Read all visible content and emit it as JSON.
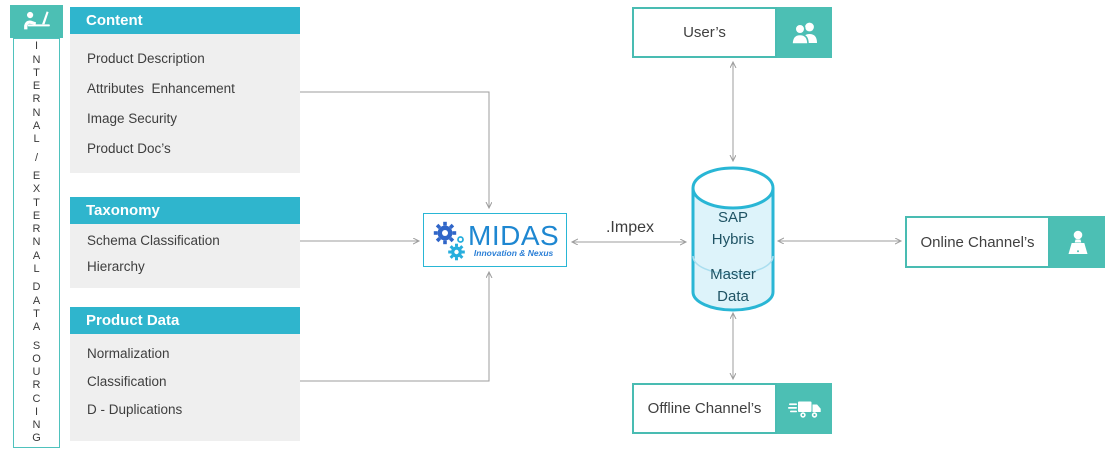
{
  "colors": {
    "header_cyan": "#2fb5cd",
    "teal_accent": "#4cbfb4",
    "node_border_teal": "#49bcb2",
    "cyan_border": "#29b6d5",
    "cylinder_fill": "#ddf3fa",
    "panel_bg": "#efefef",
    "connector_gray": "#9d9d9d",
    "midas_blue": "#1e87d1",
    "gear_blue": "#2f65c8",
    "gear_cyan": "#27aedd",
    "db_text": "#1f5364"
  },
  "sidebar": {
    "vertical_label": "INTERNAL / EXTERNAL DATA SOURCING",
    "icon": "person-at-desk-icon"
  },
  "panels": [
    {
      "title": "Content",
      "items": [
        "Product Description",
        "Attributes  Enhancement",
        "Image Security",
        "Product Doc’s"
      ]
    },
    {
      "title": "Taxonomy",
      "items": [
        "Schema Classification",
        "Hierarchy"
      ]
    },
    {
      "title": "Product Data",
      "items": [
        "Normalization",
        "Classification",
        "D - Duplications"
      ]
    }
  ],
  "midas": {
    "name": "MIDAS",
    "tagline": "Innovation & Nexus",
    "icon": "gears-icon"
  },
  "impex_label": ".Impex",
  "database": {
    "lines": [
      "SAP",
      "Hybris",
      "Master",
      "Data"
    ]
  },
  "nodes": {
    "users": {
      "label": "User’s",
      "icon": "users-icon"
    },
    "online": {
      "label": "Online Channel’s",
      "icon": "online-shopper-icon"
    },
    "offline": {
      "label": "Offline Channel’s",
      "icon": "delivery-truck-icon"
    }
  }
}
